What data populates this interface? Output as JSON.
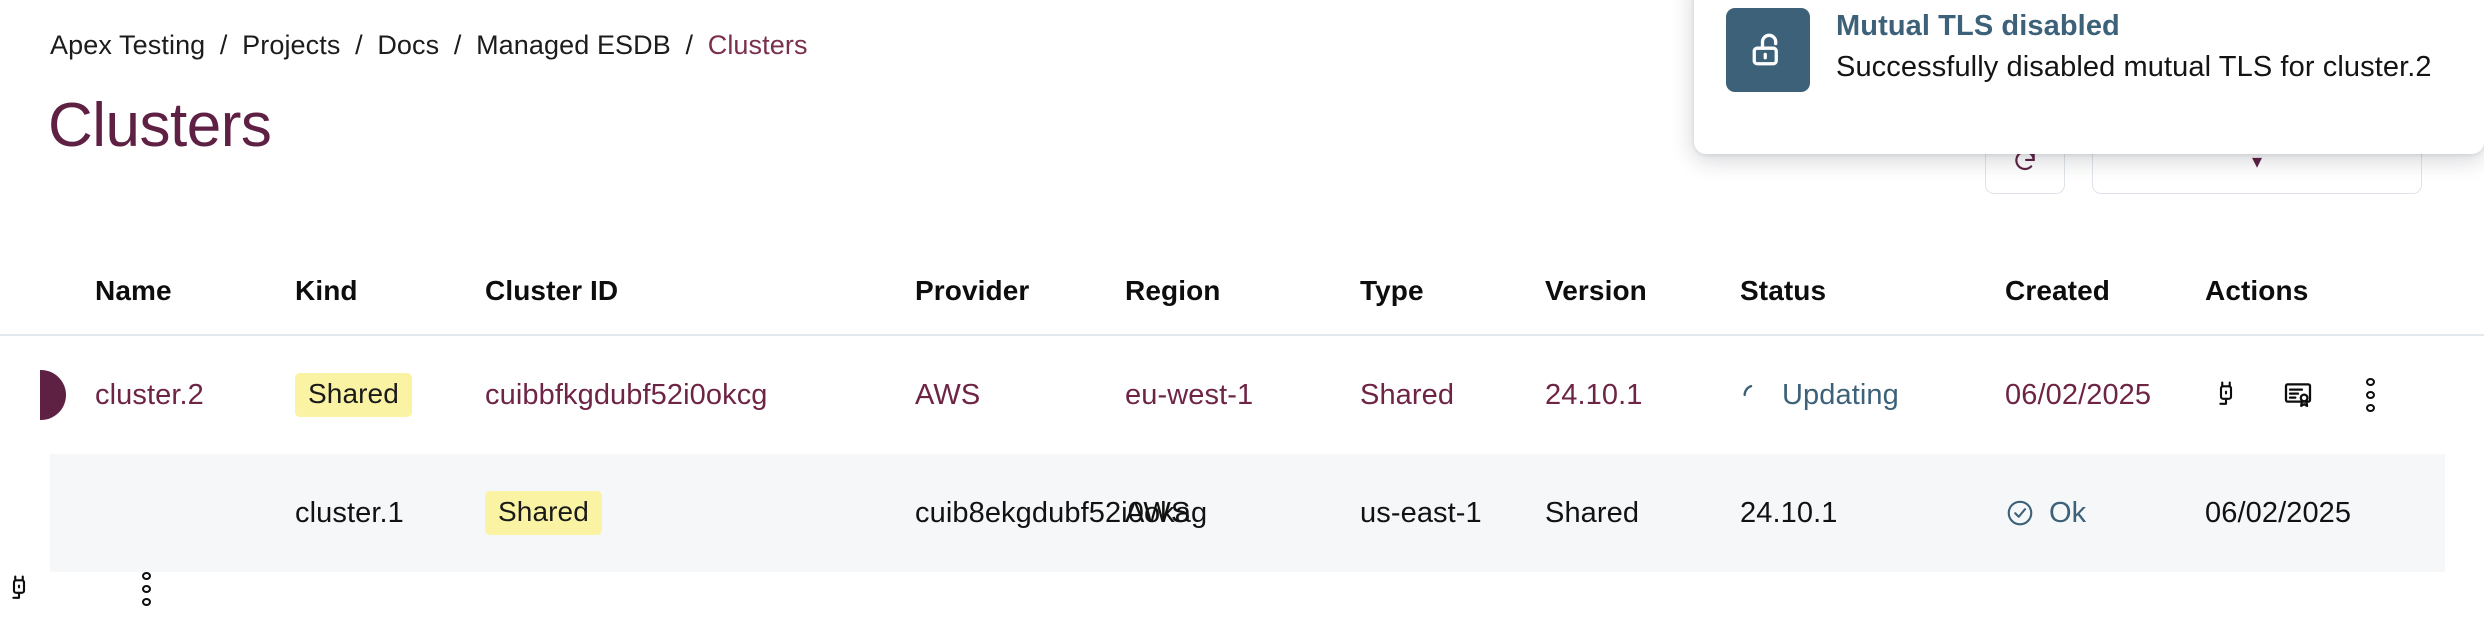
{
  "breadcrumb": {
    "separator": "/",
    "items": [
      {
        "label": "Apex Testing",
        "current": false
      },
      {
        "label": "Projects",
        "current": false
      },
      {
        "label": "Docs",
        "current": false
      },
      {
        "label": "Managed ESDB",
        "current": false
      },
      {
        "label": "Clusters",
        "current": true
      }
    ]
  },
  "page": {
    "title": "Clusters",
    "title_color": "#5F2143"
  },
  "header_actions": {
    "refresh_label": "",
    "create_label": "",
    "chevron": "▾"
  },
  "toast": {
    "icon": "unlock-icon",
    "icon_bg": "#3C6179",
    "title": "Mutual TLS disabled",
    "message": "Successfully disabled mutual TLS for cluster.2",
    "title_color": "#3C6179"
  },
  "table": {
    "columns": [
      "Name",
      "Kind",
      "Cluster ID",
      "Provider",
      "Region",
      "Type",
      "Version",
      "Status",
      "Created",
      "Actions"
    ],
    "rows": [
      {
        "name": "cluster.2",
        "kind": "Shared",
        "cluster_id": "cuibbfkgdubf52i0okcg",
        "provider": "AWS",
        "region": "eu-west-1",
        "type": "Shared",
        "version": "24.10.1",
        "status": "Updating",
        "status_icon": "spinner-icon",
        "created": "06/02/2025",
        "selected": true,
        "actions": [
          "plug-icon",
          "certificate-icon",
          "kebab-menu-icon"
        ]
      },
      {
        "name": "cluster.1",
        "kind": "Shared",
        "cluster_id": "cuib8ekgdubf52i0okag",
        "provider": "AWS",
        "region": "us-east-1",
        "type": "Shared",
        "version": "24.10.1",
        "status": "Ok",
        "status_icon": "check-circle-icon",
        "created": "06/02/2025",
        "selected": false,
        "actions": [
          "plug-icon",
          "kebab-menu-icon"
        ]
      }
    ]
  },
  "colors": {
    "accent_burgundy": "#5F2143",
    "row_link": "#6E2445",
    "status_blue": "#3C6179",
    "badge_bg": "#FAF3A4",
    "row_alt_bg": "#F5F7F9"
  }
}
